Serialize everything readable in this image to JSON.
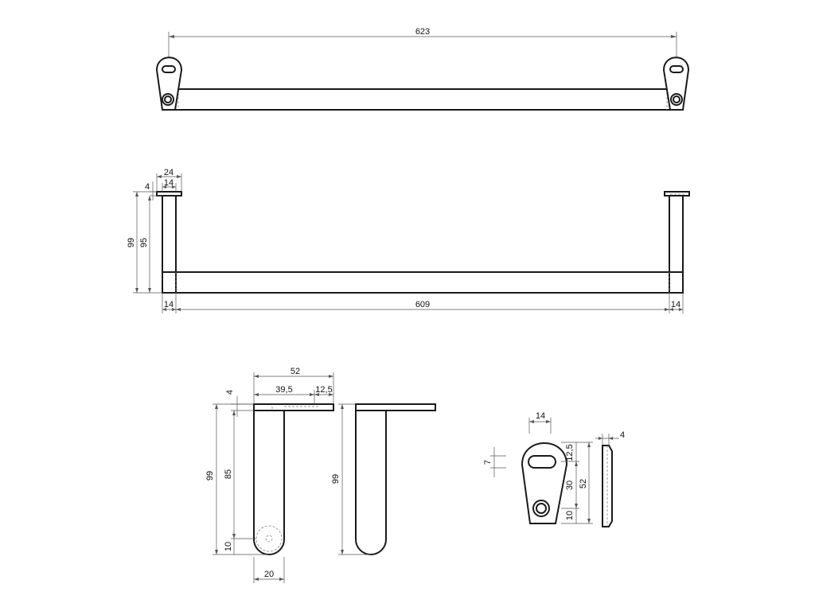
{
  "title": "",
  "top_view": {
    "overall_length": "623"
  },
  "front_view": {
    "flange_width": "24",
    "post_width": "14",
    "flange_thickness": "4",
    "overall_height": "99",
    "post_height": "95",
    "left_post": "14",
    "bar_length": "609",
    "right_post": "14"
  },
  "bracket_side_view": {
    "depth": "52",
    "depth_a": "39,5",
    "depth_b": "12,5",
    "thickness": "4",
    "overall_height": "99",
    "mid_height": "85",
    "bottom_height": "10",
    "width": "20"
  },
  "bracket_back_view": {
    "overall_height": "99"
  },
  "wall_plate_view": {
    "width": "14",
    "slot_height": "7",
    "slot_offset": "12,5",
    "hole_spacing": "30",
    "bottom_offset": "10",
    "overall_height": "52",
    "thickness": "4"
  }
}
